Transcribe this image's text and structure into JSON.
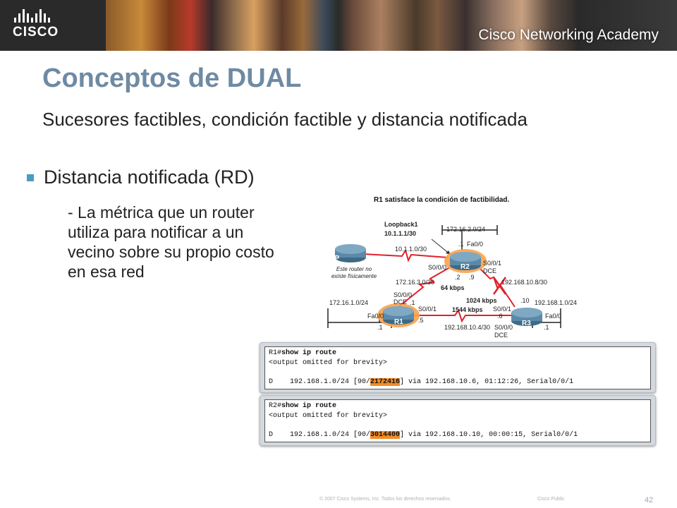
{
  "header": {
    "logo_text": "CISCO",
    "academy_text": "Cisco Networking Academy"
  },
  "slide": {
    "title": "Conceptos de DUAL",
    "subtitle": "Sucesores factibles, condición factible y distancia notificada",
    "bullet": "Distancia notificada (RD)",
    "sub_bullet": "- La métrica que un router utiliza para notificar a un vecino sobre su propio costo en esa red"
  },
  "topology": {
    "caption": "R1 satisface la condición de factibilidad.",
    "routers": {
      "isp": "ISP",
      "r1": "R1",
      "r2": "R2",
      "r3": "R3"
    },
    "isp_note": "Este router no existe físicamente",
    "labels": {
      "loopback": "Loopback1",
      "loopback_ip": "10.1.1.1/30",
      "net_r2_lan": "172.16.2.0/24",
      "net_isp_r2": "10.1.1.0/30",
      "r2_dot1": ".1",
      "r2_fa00": "Fa0/0",
      "r2_s000": "S0/0/0",
      "r2_s001": "S0/0/1",
      "r2_dce": "DCE",
      "r2_dot2": ".2",
      "r2_dot9": ".9",
      "net_r1_r2": "172.16.3.0/30",
      "bw_r1_r2": "64 kbps",
      "net_r2_r3": "192.168.10.8/30",
      "bw_r2_r3": "1024 kbps",
      "r3_dot10": ".10",
      "net_r1_lan": "172.16.1.0/24",
      "net_r3_lan": "192.168.1.0/24",
      "r1_s000": "S0/0/0",
      "r1_dce": "DCE",
      "r1_dot1_top": ".1",
      "r1_s001": "S0/0/1",
      "bw_r1_r3": "1544 kbps",
      "r3_s001": "S0/0/1",
      "r3_dot6": ".6",
      "r1_fa00": "Fa0/0",
      "r3_fa00": "Fa0/0",
      "r1_dot5": ".5",
      "r1_dot1_lan": ".1",
      "net_r1_r3": "192.168.10.4/30",
      "r3_s000": "S0/0/0",
      "r3_dce": "DCE",
      "r3_dot1_lan": ".1"
    }
  },
  "terminal1": {
    "prompt": "R1#",
    "command": "show ip route",
    "omitted": "<output omitted for brevity>",
    "route_prefix": "D    192.168.1.0/24 [90/",
    "metric": "2172416",
    "route_suffix": "] via 192.168.10.6, 01:12:26, Serial0/0/1"
  },
  "terminal2": {
    "prompt": "R2#",
    "command": "show ip route",
    "omitted": "<output omitted for brevity>",
    "route_prefix": "D    192.168.1.0/24 [90/",
    "metric": "3014400",
    "route_suffix": "] via 192.168.10.10, 00:00:15, Serial0/0/1"
  },
  "footer": {
    "copyright": "© 2007 Cisco Systems, Inc. Todos los derechos reservados.",
    "classification": "Cisco Public",
    "page_number": "42"
  },
  "colors": {
    "title": "#6f8aa3",
    "bullet_square": "#4a9bc4",
    "link_red": "#e0202a",
    "router_blue": "#4b7a96",
    "highlight_orange": "#f28c28"
  }
}
